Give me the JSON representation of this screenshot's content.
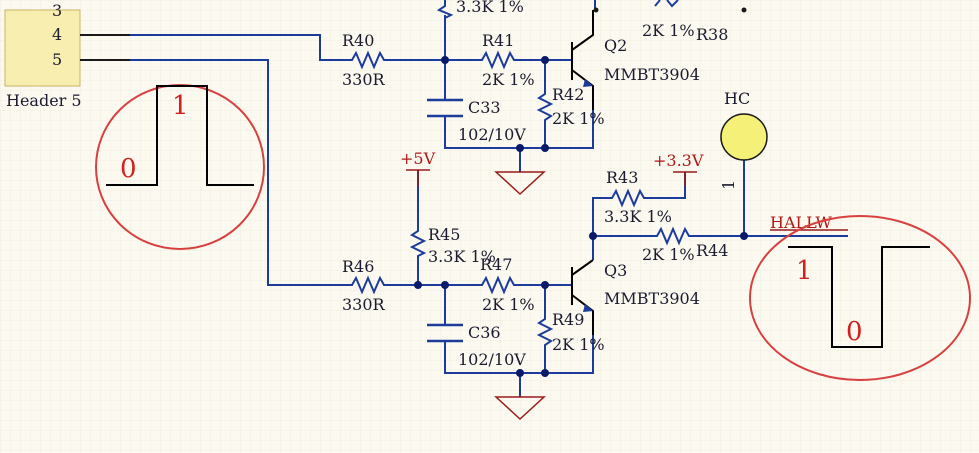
{
  "colors": {
    "background": "#fcfaf0",
    "grid": "#e6e2d4",
    "wire": "#1c3c9c",
    "component": "#1a1a1a",
    "power": "#9a1a1a",
    "annotation": "#d02020",
    "header_fill": "#f8eeb0",
    "hall_fill": "#f4f078"
  },
  "header": {
    "pins": [
      "3",
      "4",
      "5"
    ],
    "name": "Header 5"
  },
  "upper_stage": {
    "r40": {
      "ref": "R40",
      "value": "330R"
    },
    "r41": {
      "ref": "R41",
      "value": "2K 1%"
    },
    "r42": {
      "ref": "R42",
      "value": "2K 1%"
    },
    "c33": {
      "ref": "C33",
      "value": "102/10V"
    },
    "q2": {
      "ref": "Q2",
      "part": "MMBT3904"
    },
    "r_top_value": "3.3K 1%",
    "r38": {
      "ref": "R38",
      "value": "2K 1%"
    }
  },
  "lower_stage": {
    "r46": {
      "ref": "R46",
      "value": "330R"
    },
    "r45": {
      "ref": "R45",
      "value": "3.3K 1%"
    },
    "r47": {
      "ref": "R47",
      "value": "2K 1%"
    },
    "r49": {
      "ref": "R49",
      "value": "2K 1%"
    },
    "c36": {
      "ref": "C36",
      "value": "102/10V"
    },
    "q3": {
      "ref": "Q3",
      "part": "MMBT3904"
    },
    "r43": {
      "ref": "R43",
      "value": "3.3K 1%"
    },
    "r44": {
      "ref": "R44",
      "value": "2K 1%"
    }
  },
  "power": {
    "v5": "+5V",
    "v33": "+3.3V"
  },
  "hall": {
    "ref": "HC",
    "pin": "1",
    "net": "HALLW"
  },
  "annotations": {
    "input_pulse": {
      "low": "0",
      "high": "1"
    },
    "output_pulse": {
      "high": "1",
      "low": "0"
    }
  }
}
